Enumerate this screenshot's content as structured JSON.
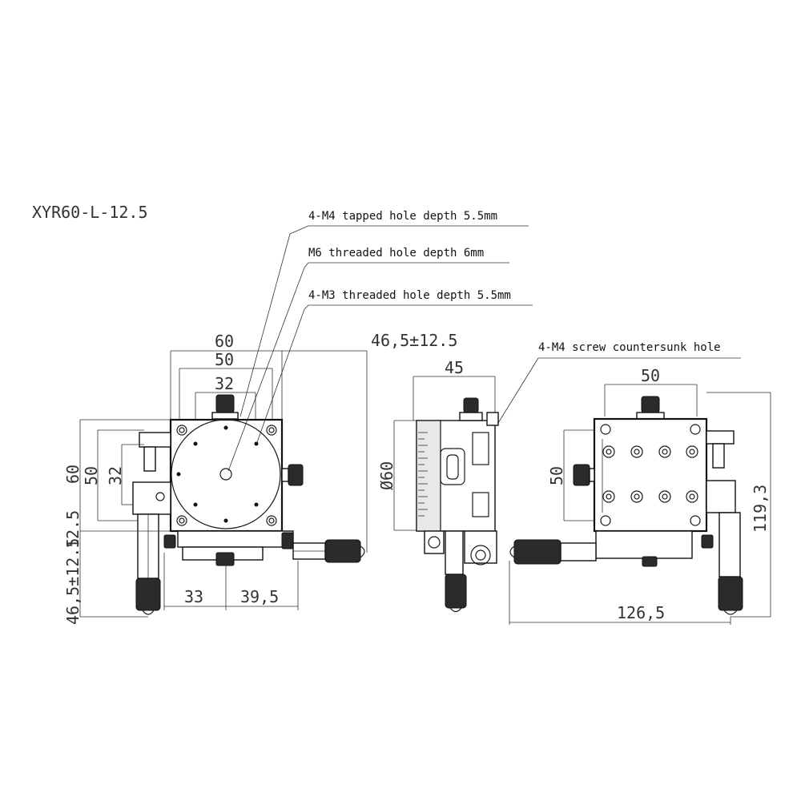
{
  "title": "XYR60-L-12.5",
  "callouts": {
    "m4_tapped": "4-M4 tapped hole depth 5.5mm",
    "m6_threaded": "M6 threaded hole depth 6mm",
    "m3_threaded": "4-M3 threaded hole depth 5.5mm",
    "m4_countersunk": "4-M4 screw countersunk hole"
  },
  "dimensions": {
    "top_60": "60",
    "top_50": "50",
    "top_32": "32",
    "travel_top": "46,5±12.5",
    "left_60": "60",
    "left_50": "50",
    "left_32": "32",
    "left_12_5": "12.5",
    "left_travel": "46,5±12.5",
    "bottom_33": "33",
    "bottom_39_5": "39,5",
    "side_45": "45",
    "side_dia60": "Ø60",
    "right_50_top": "50",
    "right_50_left": "50",
    "right_119_3": "119,3",
    "right_126_5": "126,5"
  },
  "colors": {
    "ink": "#1a1a1a",
    "knurl": "#2b2b2b",
    "paper": "#ffffff"
  }
}
